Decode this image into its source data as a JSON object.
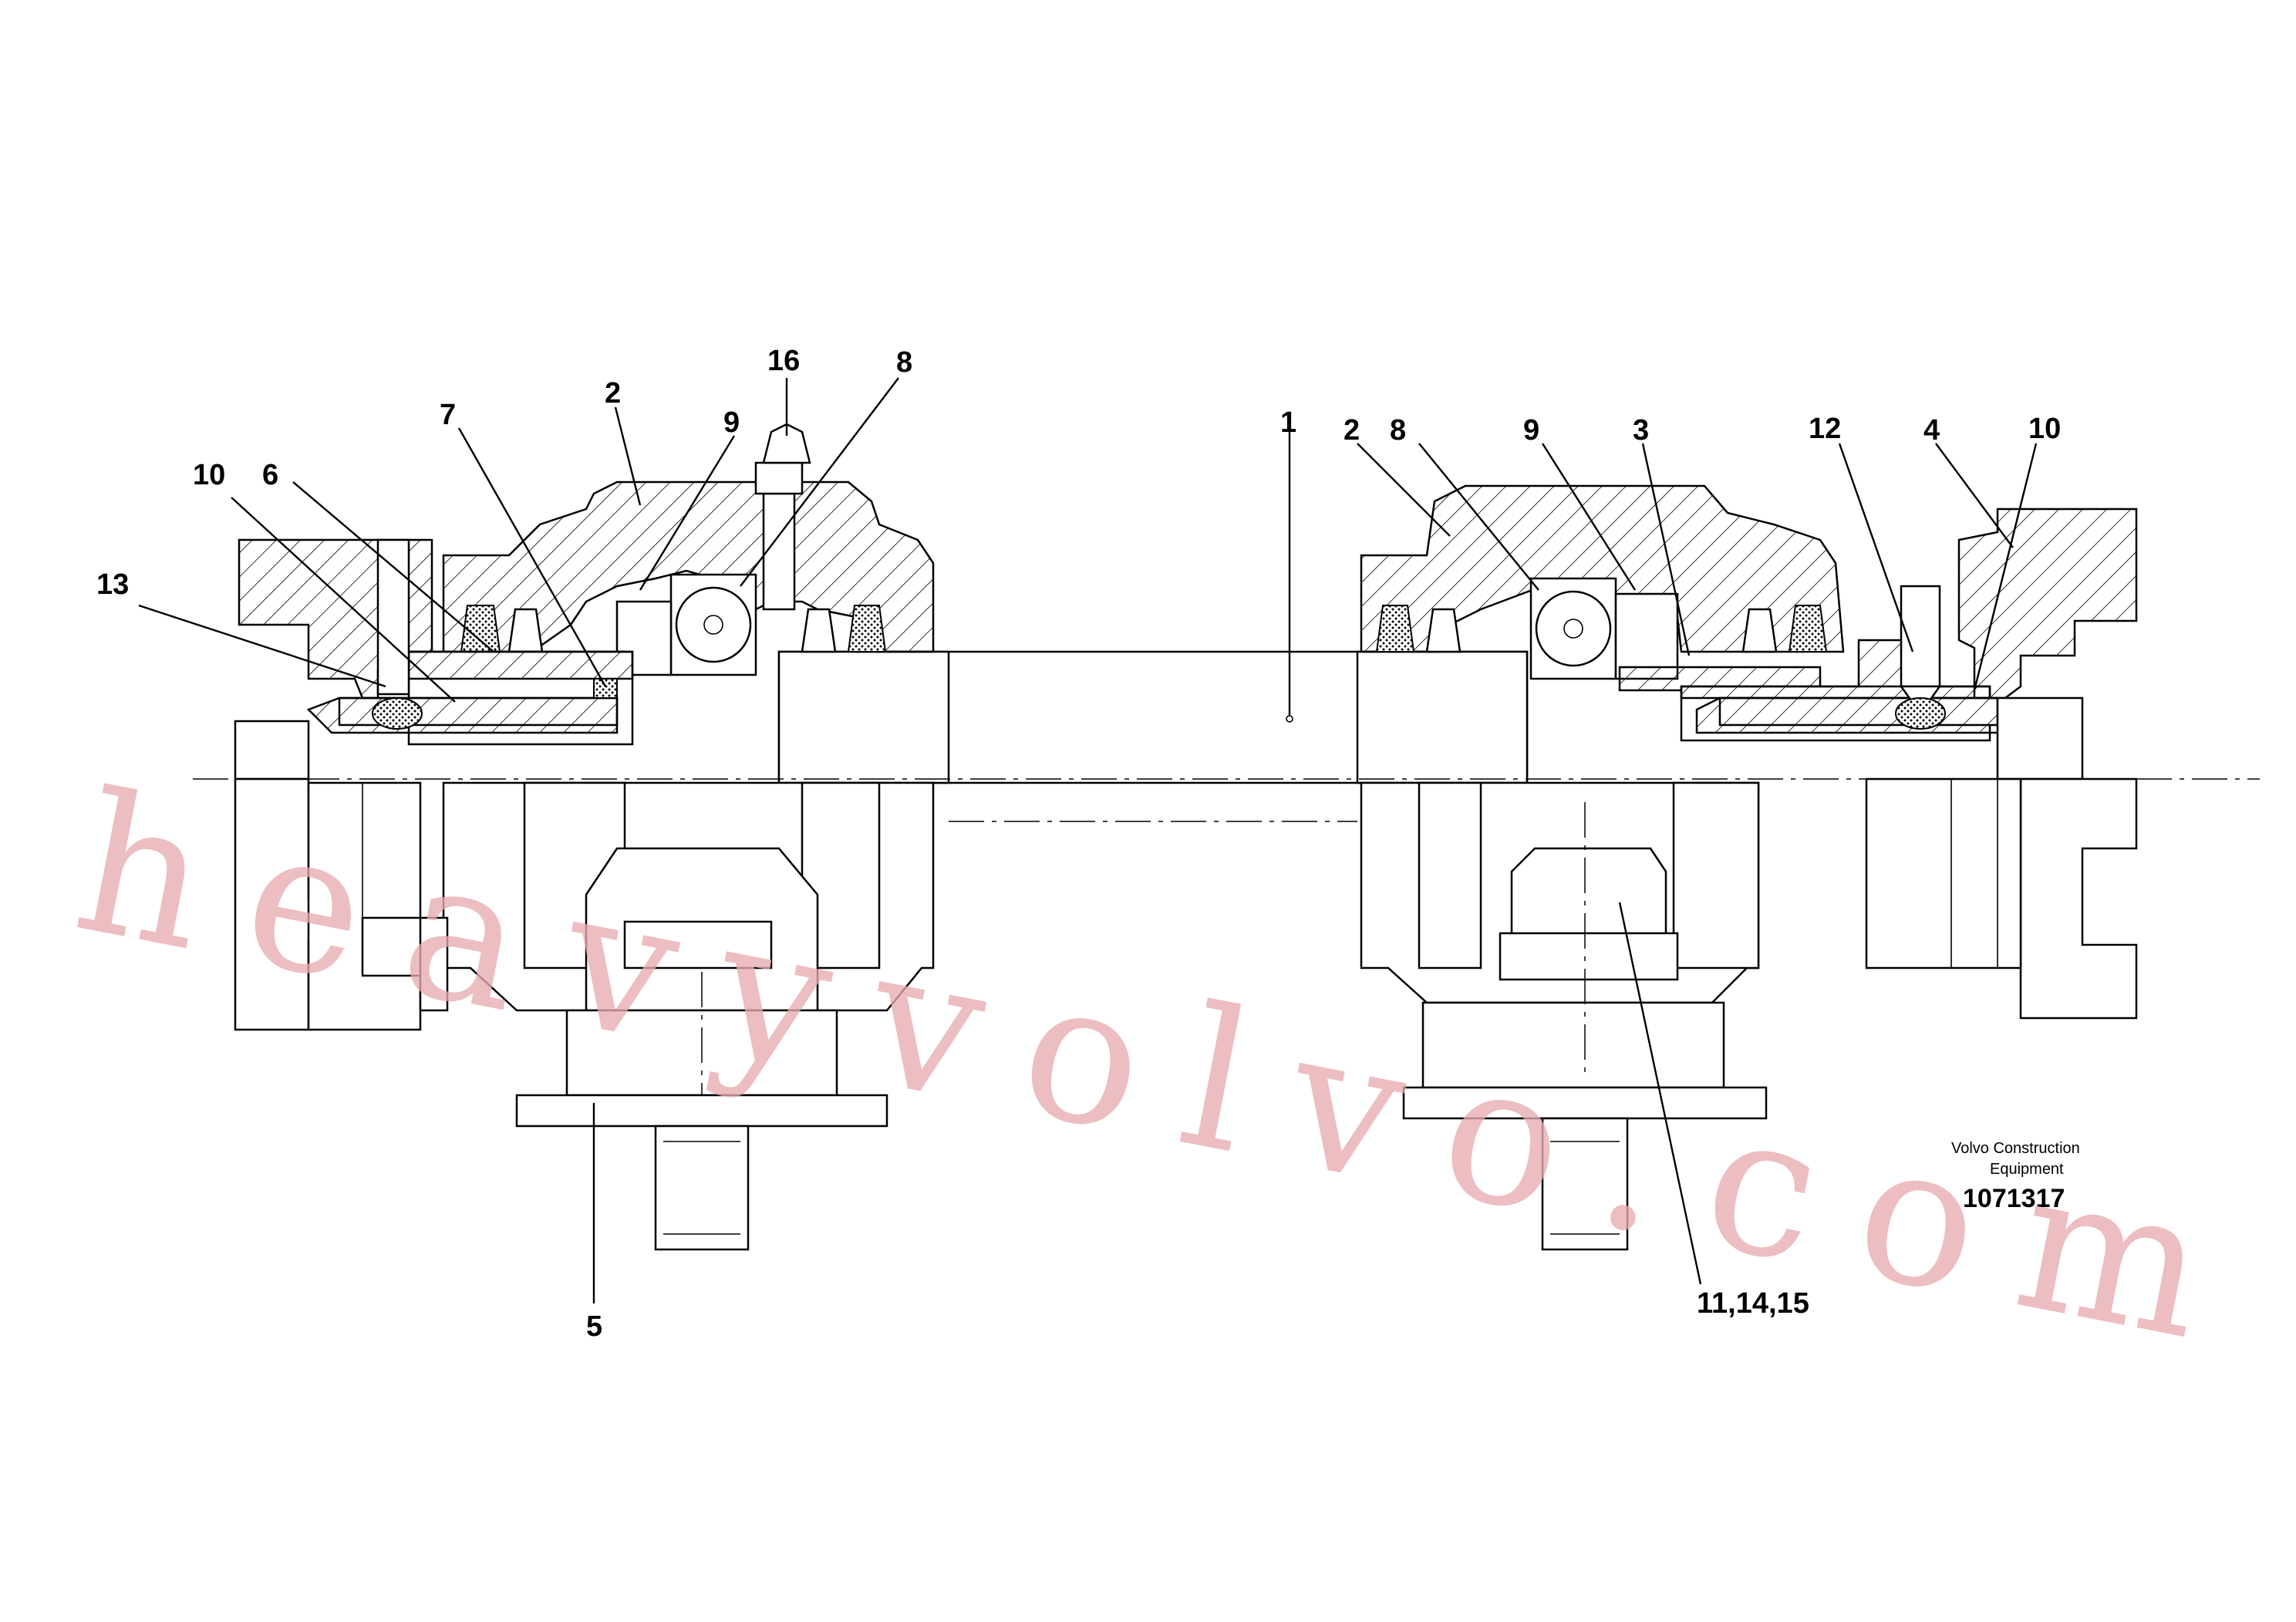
{
  "drawing": {
    "callouts": {
      "c1": "1",
      "c2_left": "2",
      "c2_right": "2",
      "c3": "3",
      "c4": "4",
      "c5": "5",
      "c6": "6",
      "c7": "7",
      "c8_left": "8",
      "c8_right": "8",
      "c9_left": "9",
      "c9_right": "9",
      "c10_left": "10",
      "c10_right": "10",
      "c11": "11,14,15",
      "c12": "12",
      "c13": "13",
      "c16": "16"
    },
    "caption": {
      "line1": "Volvo Construction",
      "line2": "Equipment",
      "doc_number": "1071317"
    },
    "watermark": "heavyvolvo.com"
  }
}
